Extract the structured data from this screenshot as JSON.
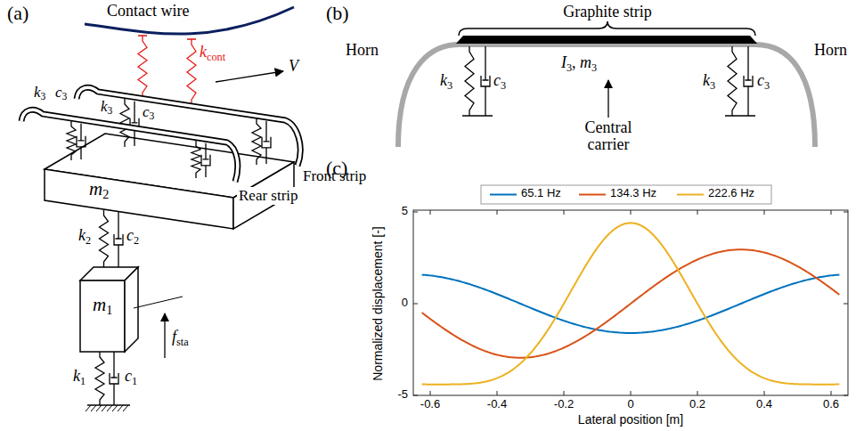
{
  "diagram": {
    "nodes": [
      {
        "text": [
          "m2"
        ]
      },
      {
        "text": [
          "m1"
        ]
      }
    ],
    "edges": [
      {
        "from": 1,
        "to": 0,
        "arrow": "none"
      }
    ],
    "labels": [
      "(a)",
      "Contact wire",
      "kcont",
      "V",
      "k3",
      "c3",
      "k3",
      "c3",
      "Rear strip",
      "Front strip",
      "k2",
      "c2",
      "fsta",
      "k1",
      "c1",
      "(b)",
      "Graphite strip",
      "Horn",
      "Horn",
      "k3",
      "c3",
      "k3",
      "c3",
      "I3, m3",
      "Central carrier",
      "(c)",
      "5",
      "0",
      "-5",
      "-0.6",
      "-0.4",
      "-0.2",
      "0",
      "0.2",
      "0.4",
      "0.6",
      "Normalized displacement [-]",
      "Lateral position [m]"
    ],
    "legend": [
      {
        "text": "65.1 Hz"
      },
      {
        "text": "134.3 Hz"
      },
      {
        "text": "222.6 Hz"
      }
    ]
  }
}
